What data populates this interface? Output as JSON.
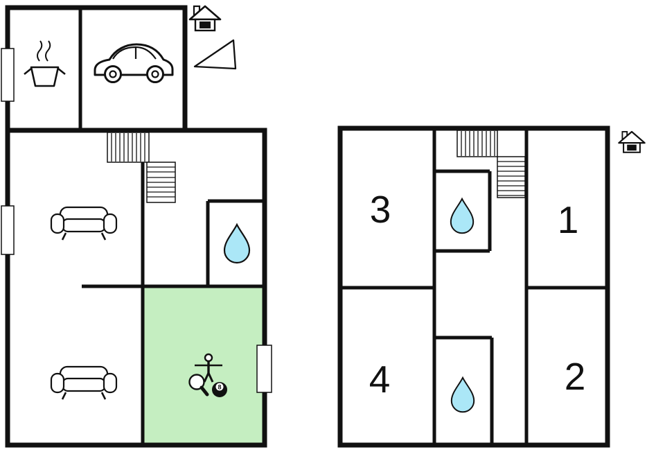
{
  "colors": {
    "wall": "#111111",
    "game_room_fill": "#c5eec1",
    "water_drop_fill": "#abe7f7",
    "background": "#ffffff"
  },
  "ground_floor": {
    "kitchen": {
      "icon": "cooking-pot-icon"
    },
    "garage": {
      "icon": "car-icon"
    },
    "living_room": {
      "icon": "sofa-icon"
    },
    "lounge": {
      "icon": "sofa-icon"
    },
    "bathroom": {
      "icon": "water-drop-icon"
    },
    "stairs": {
      "icon": "stairs-icon"
    },
    "game_room": {
      "highlighted": true,
      "icons": [
        "table-tennis-racket-icon",
        "foosball-player-icon",
        "eight-ball-icon"
      ],
      "eight_ball_label": "8"
    },
    "entrance_marker": {
      "icon": "home-icon"
    },
    "north_marker": {
      "icon": "north-arrow-icon"
    }
  },
  "upper_floor": {
    "rooms": [
      {
        "label": "3"
      },
      {
        "label": "1"
      },
      {
        "label": "4"
      },
      {
        "label": "2"
      }
    ],
    "bathrooms": [
      {
        "icon": "water-drop-icon"
      },
      {
        "icon": "water-drop-icon"
      }
    ],
    "stairs": {
      "icon": "stairs-icon"
    },
    "entrance_marker": {
      "icon": "home-icon"
    }
  }
}
